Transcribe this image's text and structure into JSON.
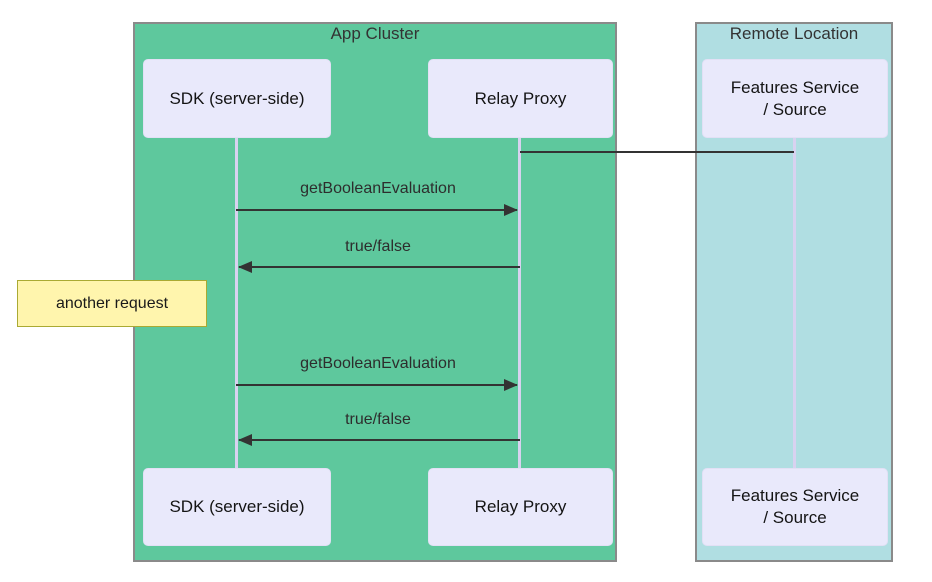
{
  "diagram": {
    "type": "sequence-diagram",
    "containers": {
      "app_cluster": {
        "title": "App Cluster",
        "fill": "#5ec89d"
      },
      "remote_location": {
        "title": "Remote Location",
        "fill": "#b0dee2"
      }
    },
    "actors": {
      "sdk": {
        "label": "SDK (server-side)"
      },
      "relay": {
        "label": "Relay Proxy"
      },
      "features": {
        "label_line1": "Features Service",
        "label_line2": "/ Source"
      }
    },
    "messages": [
      {
        "from": "Relay Proxy",
        "to": "Features Service / Source",
        "label": "",
        "style": "plain-line"
      },
      {
        "from": "SDK (server-side)",
        "to": "Relay Proxy",
        "label": "getBooleanEvaluation",
        "style": "arrow-right"
      },
      {
        "from": "Relay Proxy",
        "to": "SDK (server-side)",
        "label": "true/false",
        "style": "arrow-left"
      },
      {
        "from": "SDK (server-side)",
        "to": "Relay Proxy",
        "label": "getBooleanEvaluation",
        "style": "arrow-right"
      },
      {
        "from": "Relay Proxy",
        "to": "SDK (server-side)",
        "label": "true/false",
        "style": "arrow-left"
      }
    ],
    "note": {
      "text": "another request"
    },
    "colors": {
      "app_cluster_fill": "#5ec89d",
      "remote_location_fill": "#b0dee2",
      "actor_fill": "#e9e9fb",
      "actor_border": "#e2e0f5",
      "note_fill": "#fff5ad",
      "note_border": "#aaaa33",
      "lifeline": "#d8d2f0",
      "line": "#333333",
      "container_border": "#8a8a8a",
      "text": "#333333"
    }
  }
}
